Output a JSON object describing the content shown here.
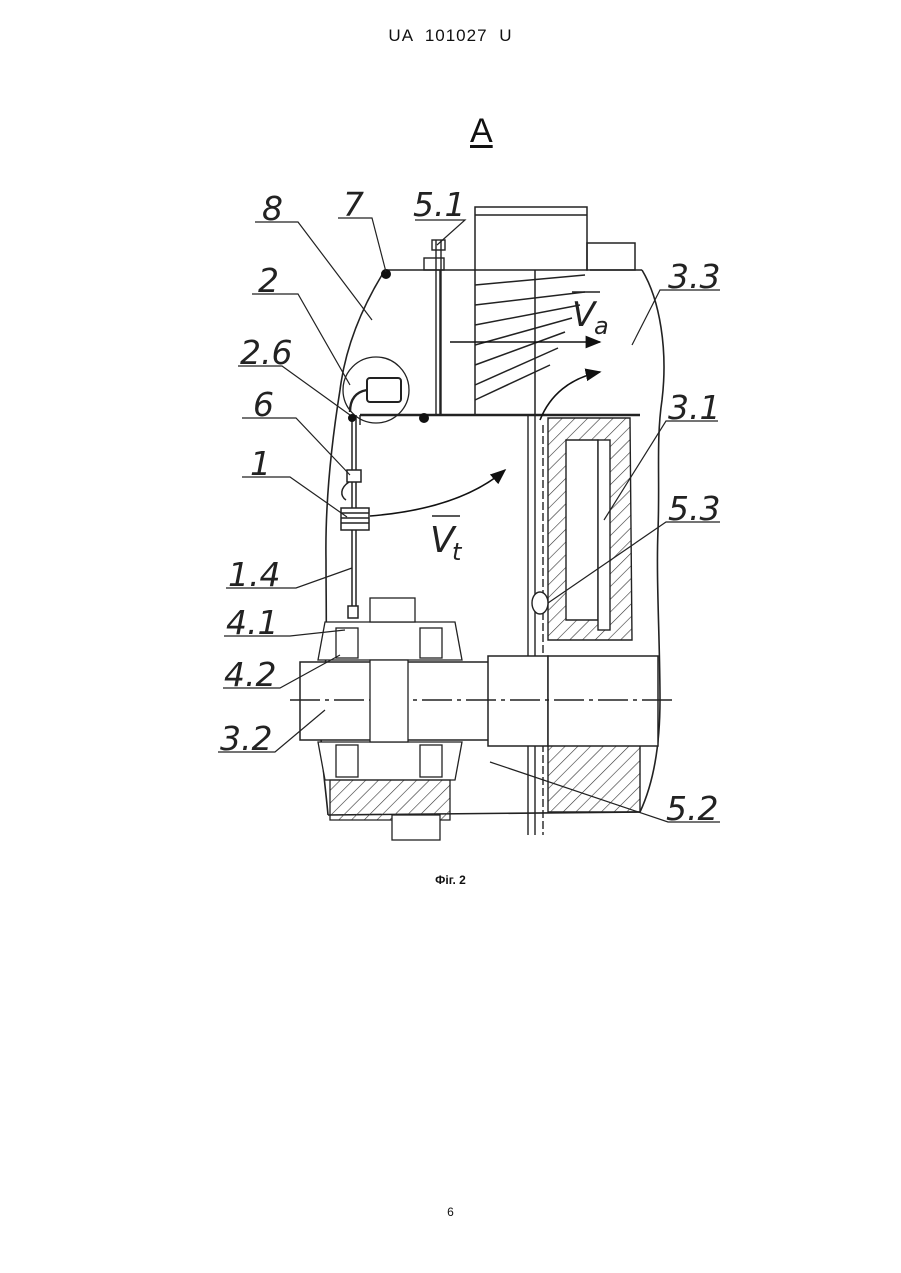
{
  "document": {
    "header": "UA 101027 U",
    "view_label": "A",
    "caption": "Фіг. 2",
    "page_number": "6"
  },
  "figure": {
    "labels": [
      {
        "id": "lbl-8",
        "text": "8"
      },
      {
        "id": "lbl-7",
        "text": "7"
      },
      {
        "id": "lbl-5-1",
        "text": "5.1"
      },
      {
        "id": "lbl-2",
        "text": "2"
      },
      {
        "id": "lbl-2-6",
        "text": "2.6"
      },
      {
        "id": "lbl-6",
        "text": "6"
      },
      {
        "id": "lbl-1",
        "text": "1"
      },
      {
        "id": "lbl-1-4",
        "text": "1.4"
      },
      {
        "id": "lbl-4-1",
        "text": "4.1"
      },
      {
        "id": "lbl-4-2",
        "text": "4.2"
      },
      {
        "id": "lbl-3-2",
        "text": "3.2"
      },
      {
        "id": "lbl-3-3",
        "text": "3.3"
      },
      {
        "id": "lbl-3-1",
        "text": "3.1"
      },
      {
        "id": "lbl-5-3",
        "text": "5.3"
      },
      {
        "id": "lbl-5-2",
        "text": "5.2"
      }
    ],
    "velocity_axial": {
      "symbol": "V",
      "subscript": "a"
    },
    "velocity_tangential": {
      "symbol": "V",
      "subscript": "t"
    }
  }
}
